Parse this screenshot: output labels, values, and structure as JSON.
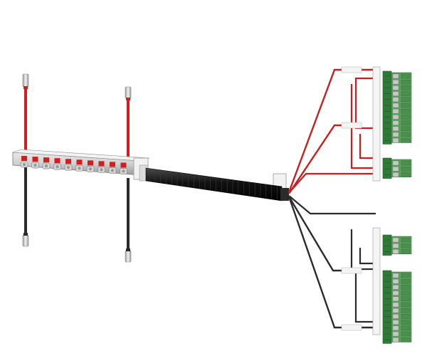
{
  "diagram": {
    "wire_colors": {
      "positive": "#d11f1f",
      "negative": "#2b2b2b",
      "conduit": "#1a1a1a",
      "terminal_block": "#5aa05a",
      "terminal_block_dark": "#2f7a38",
      "bracket": "#eeeeee",
      "ferrule": "#c8c8c8"
    },
    "components": {
      "distribution_bar": {
        "poles": 10
      },
      "ferrule_leads": {
        "count": 4
      },
      "terminal_blocks": [
        {
          "id": "top-large",
          "pins": 12
        },
        {
          "id": "top-small",
          "pins": 3
        },
        {
          "id": "bottom-small",
          "pins": 3
        },
        {
          "id": "bottom-large",
          "pins": 12
        }
      ]
    }
  }
}
